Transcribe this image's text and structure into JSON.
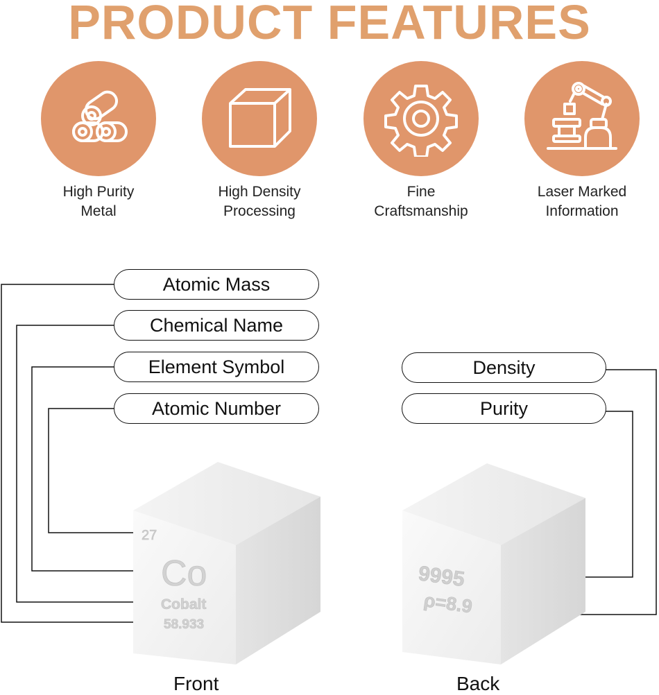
{
  "title": "PRODUCT FEATURES",
  "colors": {
    "title": "#e0a06d",
    "circle": "#e0966b"
  },
  "features": [
    {
      "icon": "metal-bars-icon",
      "label": "High Purity\nMetal"
    },
    {
      "icon": "cube-icon",
      "label": "High Density\nProcessing"
    },
    {
      "icon": "gear-icon",
      "label": "Fine\nCraftsmanship"
    },
    {
      "icon": "robot-arm-icon",
      "label": "Laser Marked\nInformation"
    }
  ],
  "front_callouts": {
    "atomic_mass": "Atomic Mass",
    "chemical_name": "Chemical Name",
    "element_symbol": "Element Symbol",
    "atomic_number": "Atomic Number"
  },
  "back_callouts": {
    "density": "Density",
    "purity": "Purity"
  },
  "front_cube": {
    "atomic_number": "27",
    "symbol": "Co",
    "name": "Cobalt",
    "mass": "58.933"
  },
  "back_cube": {
    "purity": "9995",
    "density": "ρ=8.9"
  },
  "captions": {
    "front": "Front",
    "back": "Back"
  }
}
